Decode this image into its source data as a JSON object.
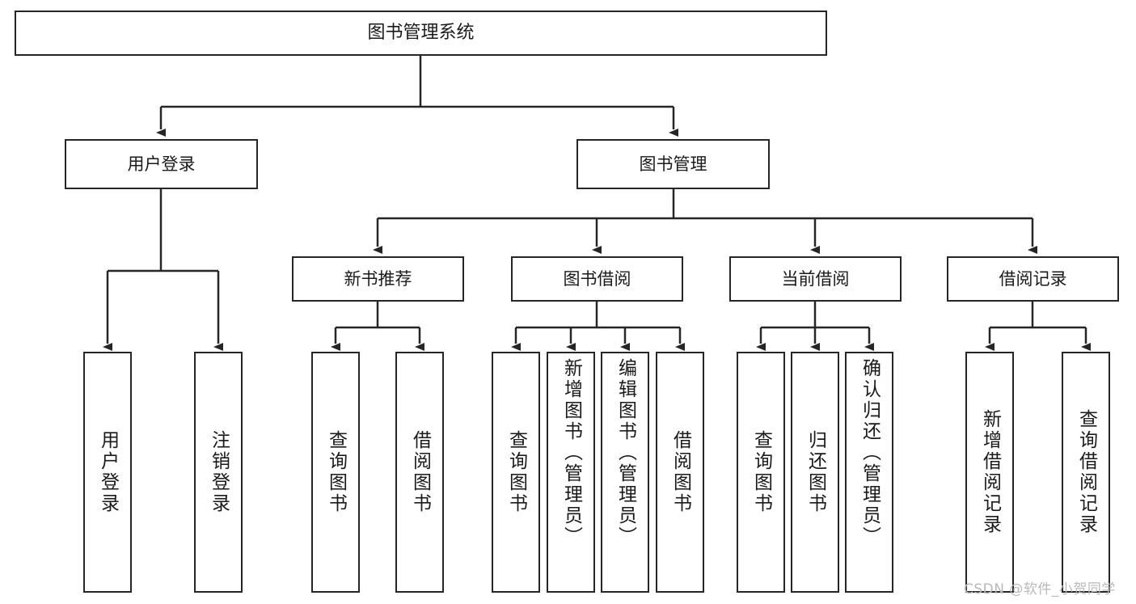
{
  "diagram": {
    "title": "图书管理系统",
    "type": "tree-hierarchy-diagram",
    "colors": {
      "box_border": "#262626",
      "box_fill": "#ffffff",
      "connector": "#262626",
      "text": "#1a1a1a",
      "watermark": "#b9b9b9",
      "background": "#ffffff"
    },
    "root": {
      "label": "图书管理系统"
    },
    "level2": [
      {
        "label": "用户登录"
      },
      {
        "label": "图书管理"
      }
    ],
    "level3": [
      {
        "label": "新书推荐"
      },
      {
        "label": "图书借阅"
      },
      {
        "label": "当前借阅"
      },
      {
        "label": "借阅记录"
      }
    ],
    "leaves": {
      "user_login": [
        {
          "label": "用户登录"
        },
        {
          "label": "注销登录"
        }
      ],
      "new_book_recommend": [
        {
          "label": "查询图书"
        },
        {
          "label": "借阅图书"
        }
      ],
      "book_borrow": [
        {
          "label": "查询图书"
        },
        {
          "label": "新增图书（管理员）"
        },
        {
          "label": "编辑图书（管理员）"
        },
        {
          "label": "借阅图书"
        }
      ],
      "current_borrow": [
        {
          "label": "查询图书"
        },
        {
          "label": "归还图书"
        },
        {
          "label": "确认归还（管理员）"
        }
      ],
      "borrow_record": [
        {
          "label": "新增借阅记录"
        },
        {
          "label": "查询借阅记录"
        }
      ]
    }
  },
  "watermark": {
    "text": "CSDN @软件_小贺同学"
  }
}
